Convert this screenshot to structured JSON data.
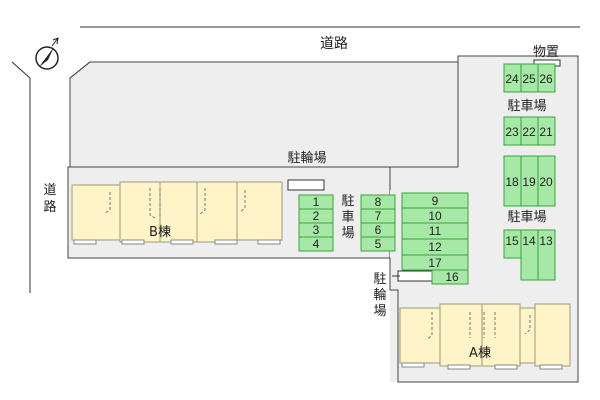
{
  "labels": {
    "road_top": "道路",
    "road_left": [
      "道",
      "路"
    ],
    "storage": "物置",
    "parking_right_upper": "駐車場",
    "parking_right_lower": "駐車場",
    "bike_upper": "駐輪場",
    "parking_center": [
      "駐",
      "車",
      "場"
    ],
    "bike_lower": [
      "駐",
      "輪",
      "場"
    ],
    "building_b": "B棟",
    "building_a": "A棟"
  },
  "parking": {
    "col_a": [
      "1",
      "2",
      "3",
      "4"
    ],
    "col_b": [
      "8",
      "7",
      "6",
      "5"
    ],
    "col_c": [
      "9",
      "10",
      "11",
      "12",
      "17"
    ],
    "spot_16": "16",
    "top_row": [
      "24",
      "25",
      "26"
    ],
    "mid_row": [
      "23",
      "22",
      "21"
    ],
    "lower_row": [
      "18",
      "19",
      "20"
    ],
    "bottom_row": [
      "15",
      "14",
      "13"
    ]
  },
  "colors": {
    "lot": "#eeeeee",
    "parking": "#a6e8a6",
    "parking_stroke": "#39a339",
    "building": "#fff4c8",
    "building_stroke": "#9a9a7a"
  }
}
